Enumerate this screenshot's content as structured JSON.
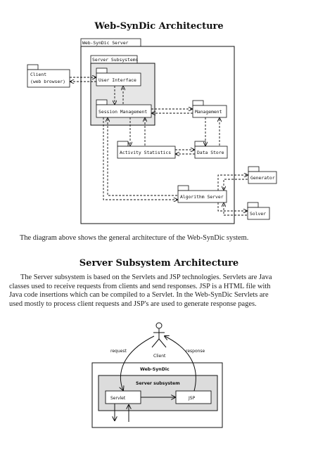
{
  "section1": {
    "title": "Web-SynDic Architecture",
    "diagram": {
      "server_label": "Web-SynDic Server",
      "subsystems_label": "Server Subsystems",
      "client_line1": "Client",
      "client_line2": "(web browser)",
      "user_interface": "User Interface",
      "session_management": "Session Management",
      "management": "Management",
      "activity_statistics": "Activity Statistics",
      "data_store": "Data Store",
      "generator": "Generator",
      "algorithm_server": "Algorithm Server",
      "solver": "Solver"
    },
    "caption": "The diagram above shows the general architecture of the Web-SynDic system."
  },
  "section2": {
    "title": "Server Subsystem Architecture",
    "paragraph_lines": [
      "The Server subsystem is based on the Servlets and JSP technologies. Servlets are Java",
      "classes used to receive requests from clients and send responses. JSP is a HTML file with",
      "Java code insertions which can be compiled to a Servlet. In the Web-SynDic Servlets are",
      "used mostly to process client requests and JSP's are used to generate response pages."
    ],
    "diagram": {
      "client": "Client",
      "request": "request",
      "response": "response",
      "outer_title": "Web-SynDic",
      "inner_title": "Server subsystem",
      "servlet": "Servlet",
      "jsp": "JSP"
    }
  }
}
